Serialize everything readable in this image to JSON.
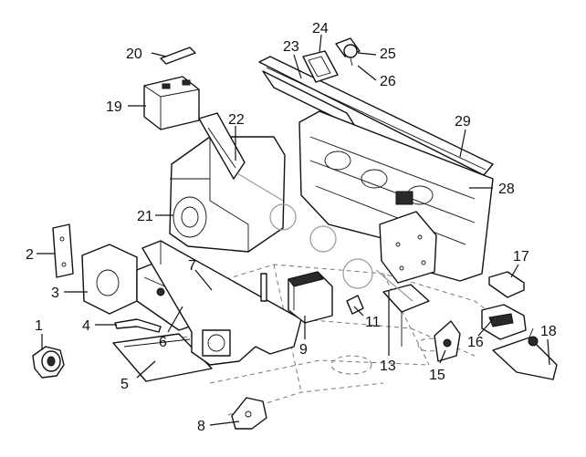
{
  "callouts": [
    "1",
    "2",
    "3",
    "4",
    "5",
    "6",
    "7",
    "8",
    "9",
    "11",
    "13",
    "15",
    "16",
    "17",
    "18",
    "19",
    "20",
    "21",
    "22",
    "23",
    "24",
    "25",
    "26",
    "28",
    "29"
  ],
  "colors": {
    "ink": "#111111",
    "background": "#ffffff",
    "frame": "#777777"
  }
}
